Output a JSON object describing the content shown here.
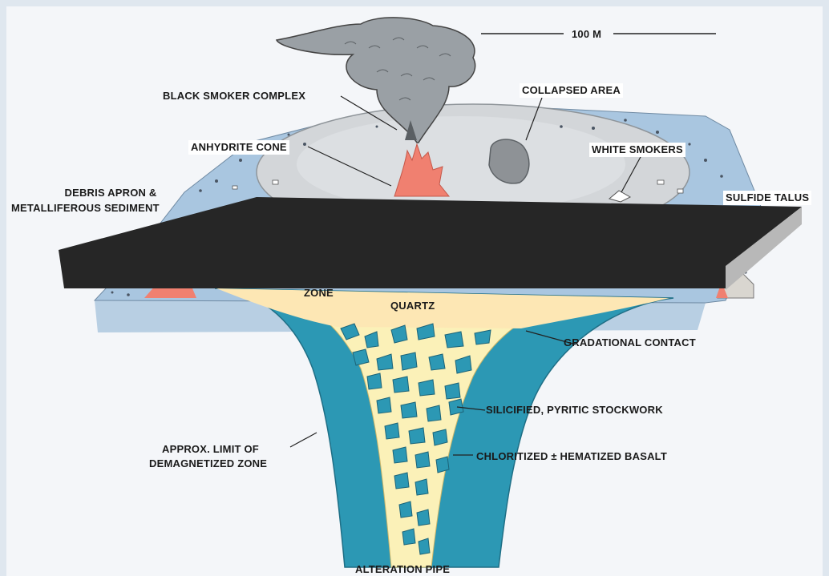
{
  "colors": {
    "background": "#dfe7ef",
    "panel": "#f4f6f9",
    "seafloor_blue": "#a9c6e0",
    "mound_grey": "#d3d6d9",
    "chimney_red": "#f08070",
    "pipe_teal": "#2c98b4",
    "quartz_yellow": "#fbf1b8",
    "overlay_slab": "#2b2b2b"
  },
  "icons": [
    "smoke-plume",
    "anhydrite-chimney",
    "breccia-fragments"
  ],
  "labels": {
    "scale": "100 M",
    "black_smoker_complex": "BLACK SMOKER COMPLEX",
    "collapsed_area": "COLLAPSED AREA",
    "anhydrite_cone": "ANHYDRITE CONE",
    "white_smokers": "WHITE SMOKERS",
    "debris_apron_line1": "DEBRIS APRON &",
    "debris_apron_line2": "METALLIFEROUS SEDIMENT",
    "sulfide_talus": "SULFIDE TALUS",
    "zone_partial": "ZONE",
    "quartz": "QUARTZ",
    "gradational_contact": "GRADATIONAL CONTACT",
    "silicified_stockwork": "SILICIFIED, PYRITIC STOCKWORK",
    "demag_line1": "APPROX. LIMIT OF",
    "demag_line2": "DEMAGNETIZED ZONE",
    "chloritized_basalt": "CHLORITIZED ± HEMATIZED BASALT",
    "alteration_pipe": "ALTERATION PIPE"
  }
}
